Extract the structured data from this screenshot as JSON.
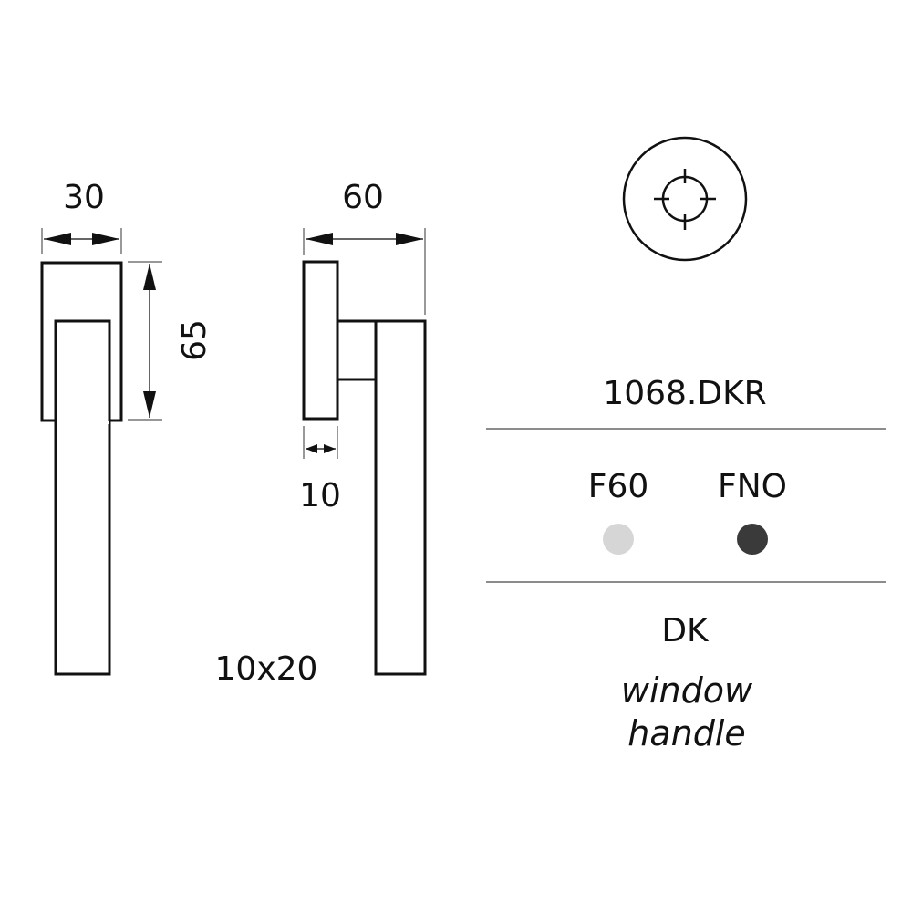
{
  "dimensions": {
    "width_label": "30",
    "height_label": "65",
    "depth_label": "60",
    "rose_thickness_label": "10",
    "lever_section_label": "10x20"
  },
  "product": {
    "code": "1068.DKR",
    "type": "DK",
    "description_line1": "window",
    "description_line2": "handle"
  },
  "finishes": [
    {
      "code": "F60",
      "color": "#d6d6d6"
    },
    {
      "code": "FNO",
      "color": "#3a3a3a"
    }
  ]
}
